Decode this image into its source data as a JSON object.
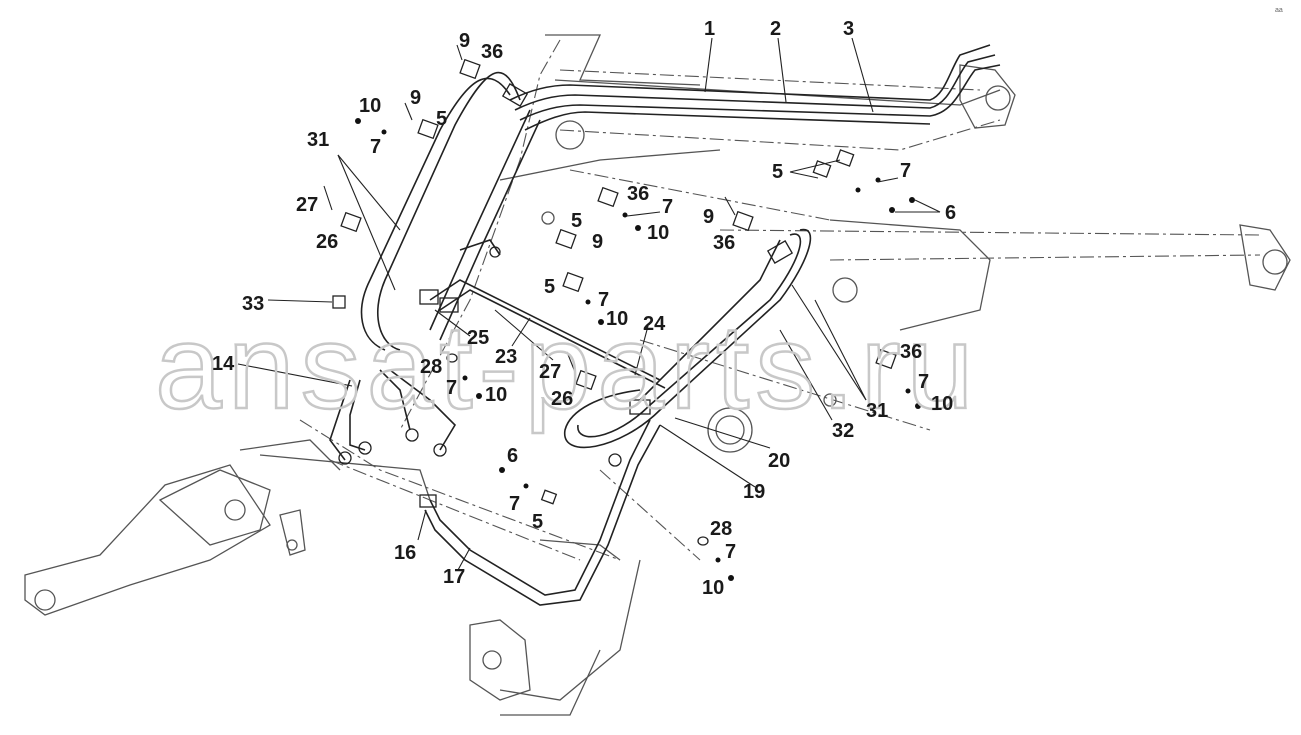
{
  "diagram": {
    "labels": [
      "1",
      "2",
      "3",
      "5",
      "6",
      "7",
      "9",
      "10",
      "14",
      "16",
      "17",
      "19",
      "20",
      "23",
      "24",
      "25",
      "26",
      "27",
      "28",
      "31",
      "32",
      "33",
      "36"
    ],
    "watermark": "ansat-parts.ru",
    "corner_mark": "аа"
  }
}
